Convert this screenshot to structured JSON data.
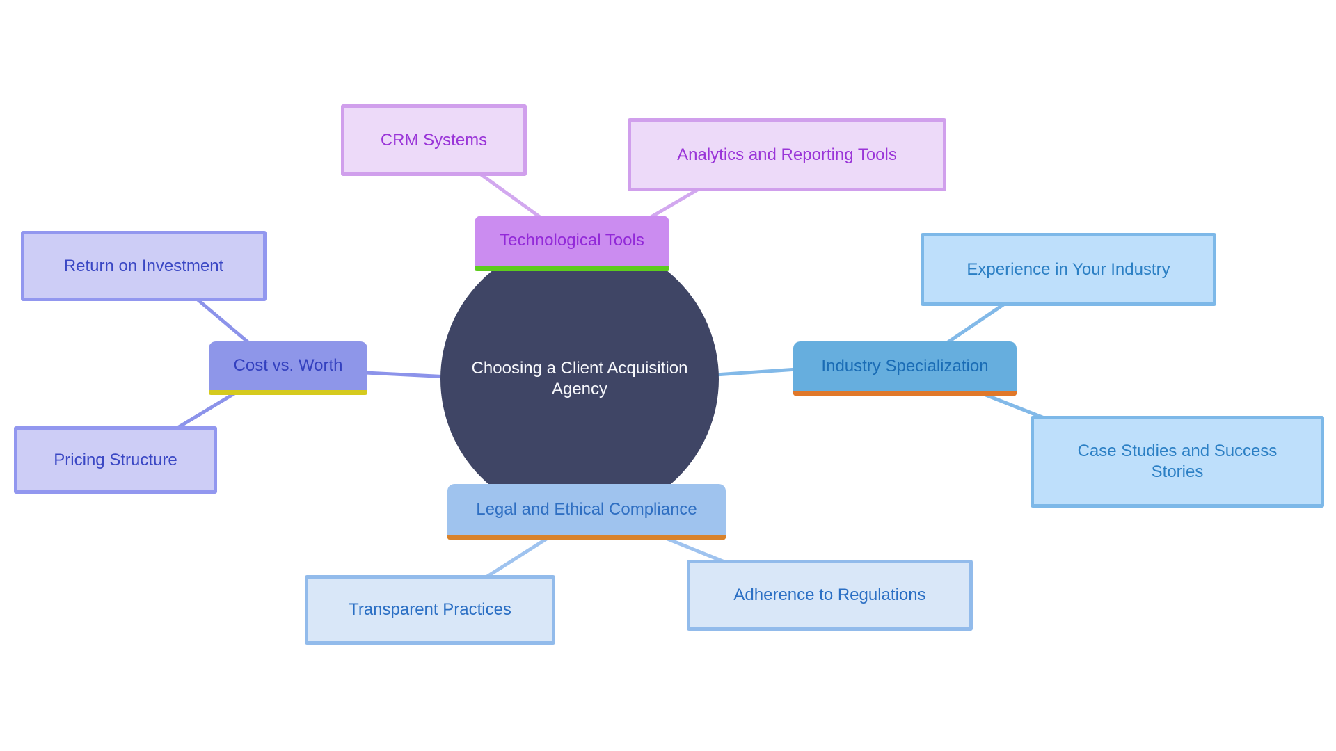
{
  "canvas": {
    "background": "#FFFFFF"
  },
  "mindmap": {
    "center": {
      "label": "Choosing a Client Acquisition Agency",
      "fill": "#3F4565",
      "text_color": "#F7F8FC"
    },
    "branches": [
      {
        "label": "Technological Tools",
        "fill": "#CB8CF0",
        "text_color": "#9229D8",
        "underline_color": "#5DCB1D",
        "connector_color": "#D2A8EF",
        "children": [
          {
            "label": "CRM Systems",
            "fill": "#EDDAF9",
            "border_color": "#D09FEC",
            "text_color": "#9A35D8"
          },
          {
            "label": "Analytics and Reporting Tools",
            "fill": "#EDDAF9",
            "border_color": "#D09FEC",
            "text_color": "#9A35D8"
          }
        ]
      },
      {
        "label": "Cost vs. Worth",
        "fill": "#8E96E9",
        "text_color": "#3340BF",
        "underline_color": "#D5CA1E",
        "connector_color": "#8C93EA",
        "children": [
          {
            "label": "Return on Investment",
            "fill": "#CDCDF6",
            "border_color": "#9297EF",
            "text_color": "#3A47C4"
          },
          {
            "label": "Pricing Structure",
            "fill": "#CDCDF6",
            "border_color": "#9297EF",
            "text_color": "#3A47C4"
          }
        ]
      },
      {
        "label": "Industry Specialization",
        "fill": "#66AEDE",
        "text_color": "#1A6CB5",
        "underline_color": "#E0782A",
        "connector_color": "#82B9E8",
        "children": [
          {
            "label": "Experience in Your Industry",
            "fill": "#BEDFFB",
            "border_color": "#7DB8E8",
            "text_color": "#2B7FC4"
          },
          {
            "label": "Case Studies and Success Stories",
            "fill": "#BEDFFB",
            "border_color": "#7DB8E8",
            "text_color": "#2B7FC4"
          }
        ]
      },
      {
        "label": "Legal and Ethical Compliance",
        "fill": "#9FC3EE",
        "text_color": "#2F6FC2",
        "underline_color": "#D8822B",
        "connector_color": "#9FC3EF",
        "children": [
          {
            "label": "Transparent Practices",
            "fill": "#D9E7F8",
            "border_color": "#92BBEB",
            "text_color": "#2B6FC4"
          },
          {
            "label": "Adherence to Regulations",
            "fill": "#D9E7F8",
            "border_color": "#92BBEB",
            "text_color": "#2B6FC4"
          }
        ]
      }
    ]
  }
}
